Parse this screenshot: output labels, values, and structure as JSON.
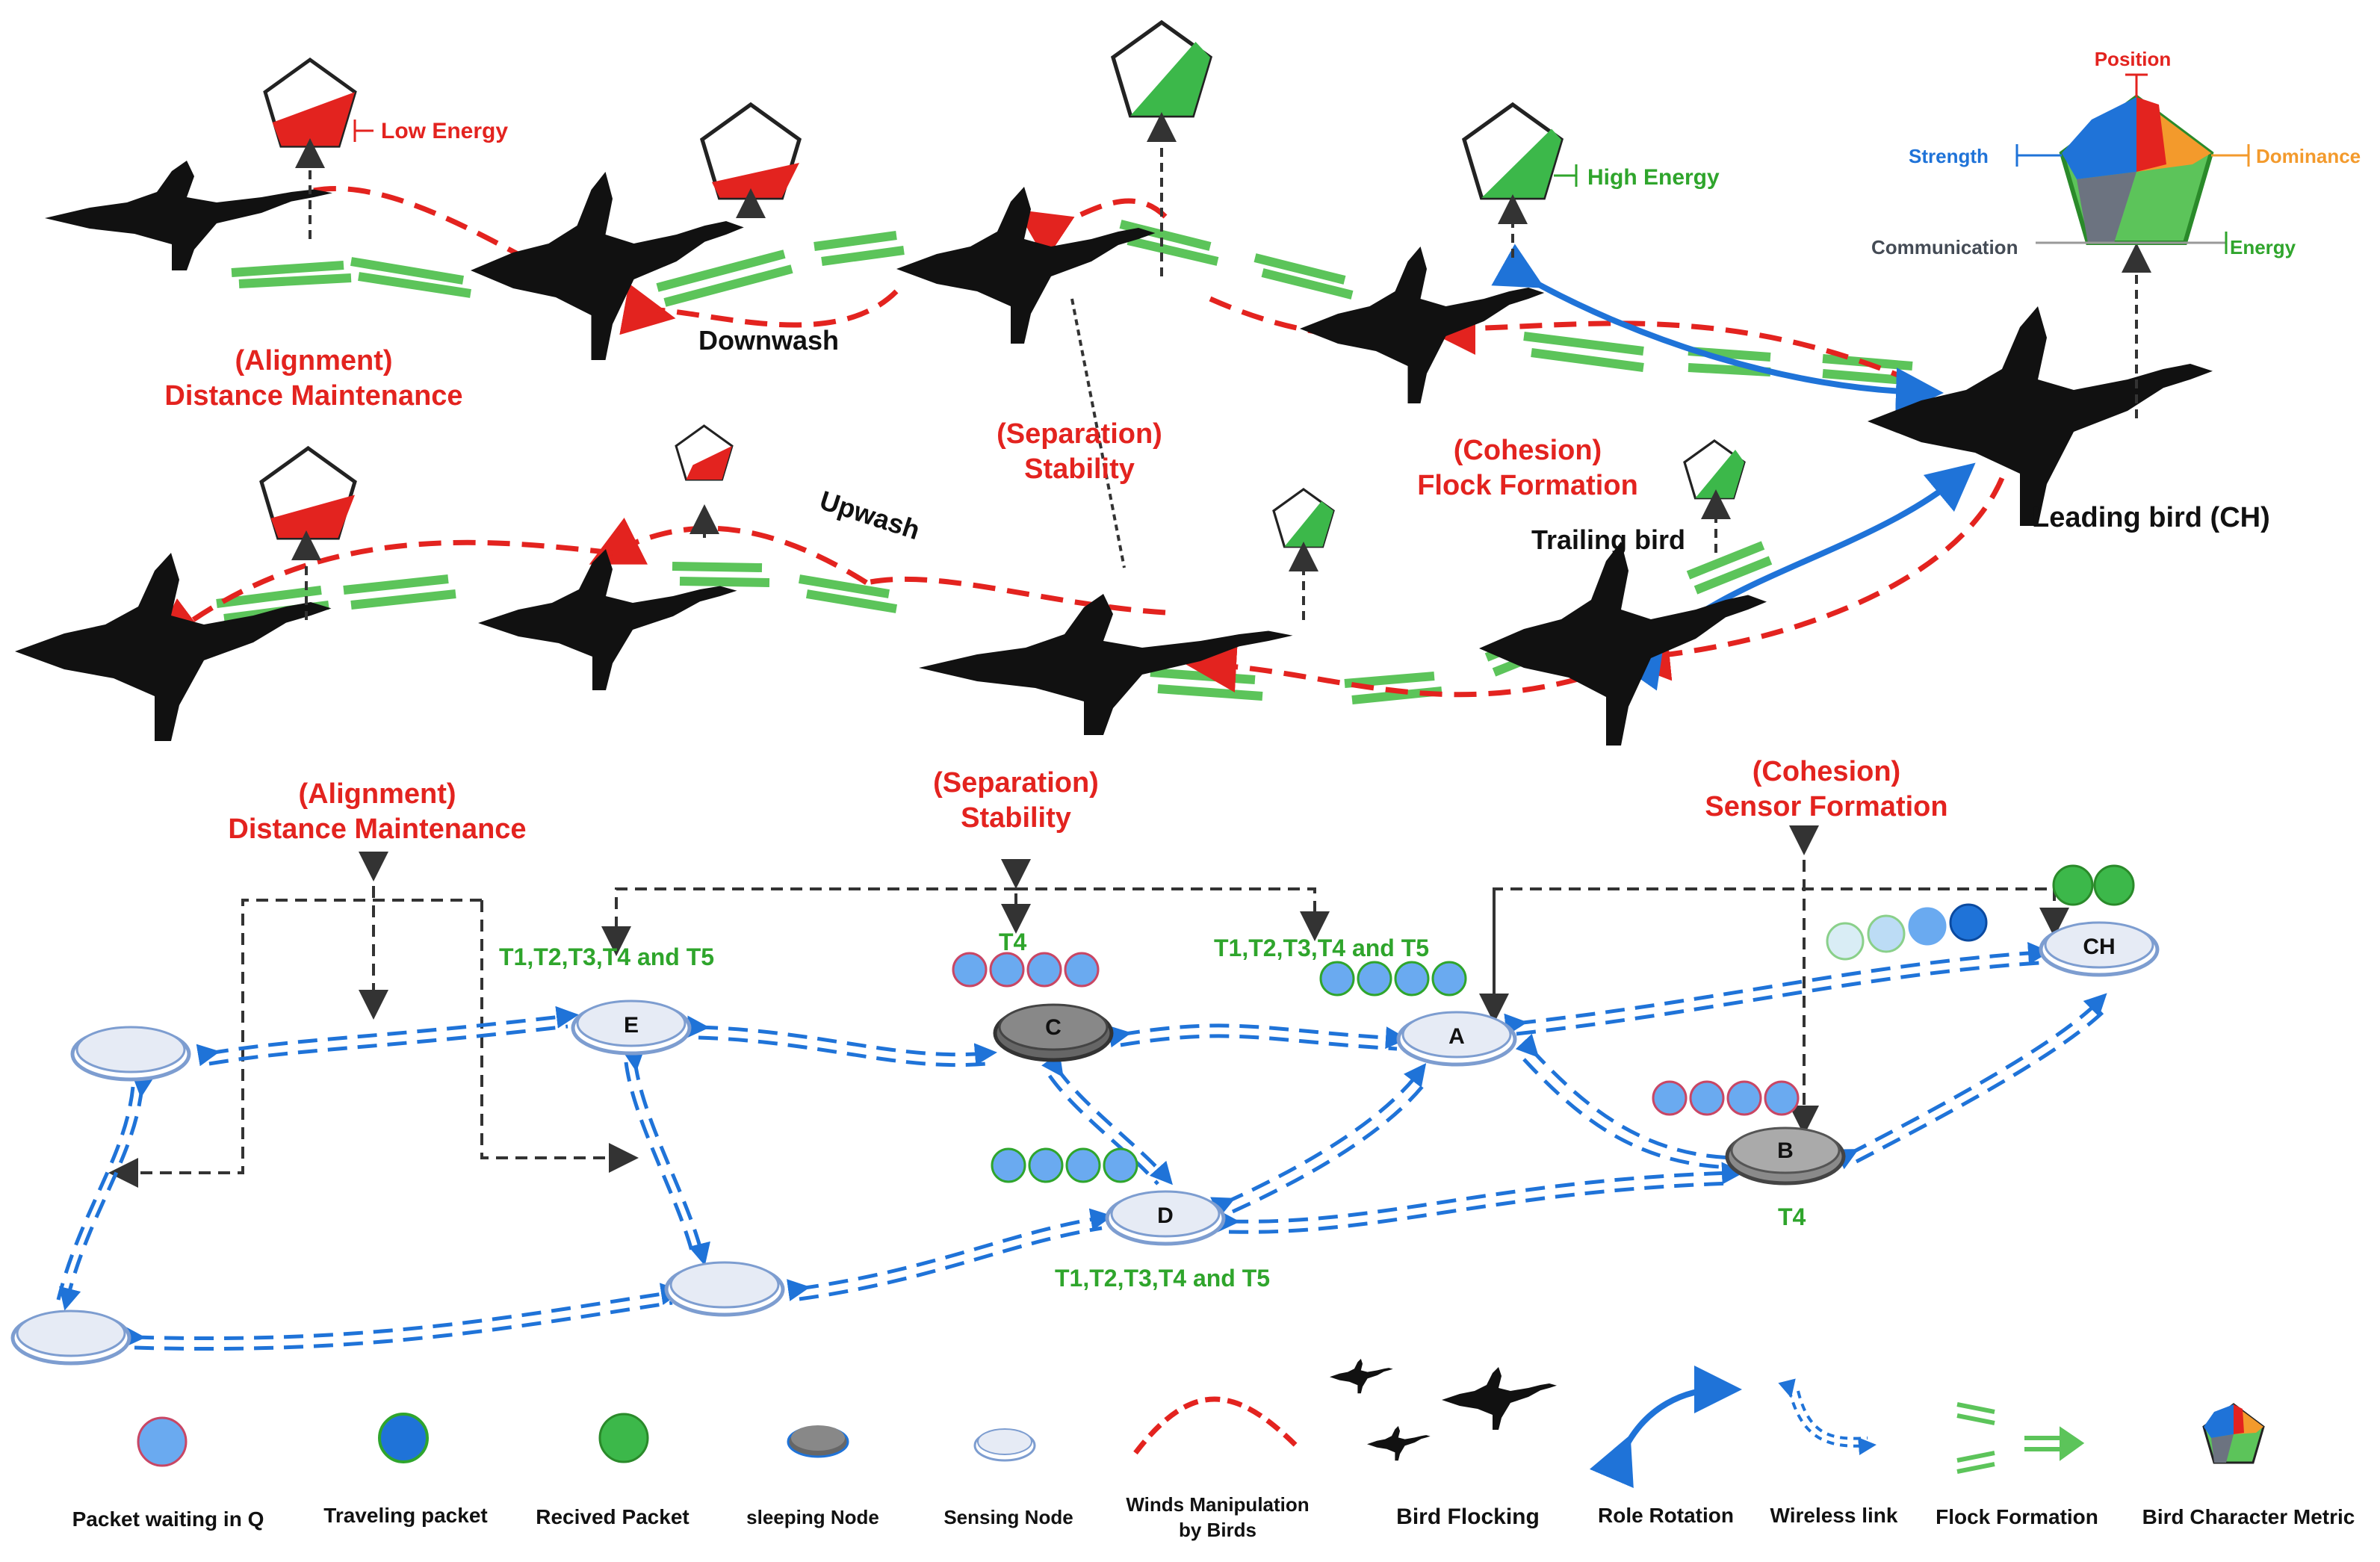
{
  "top_flock": {
    "low_energy": "Low Energy",
    "high_energy": "High Energy",
    "downwash": "Downwash",
    "upwash": "Upwash",
    "alignment_title": "(Alignment)",
    "alignment_sub": "Distance Maintenance",
    "separation_title": "(Separation)",
    "separation_sub": "Stability",
    "cohesion_title": "(Cohesion)",
    "cohesion_sub": "Flock Formation",
    "trailing_bird": "Trailing bird",
    "leading_bird": "Leading bird (CH)"
  },
  "metric": {
    "position": "Position",
    "strength": "Strength",
    "dominance": "Dominance",
    "communication": "Communication",
    "energy": "Energy"
  },
  "network": {
    "alignment_title": "(Alignment)",
    "alignment_sub": "Distance Maintenance",
    "separation_title": "(Separation)",
    "separation_sub": "Stability",
    "cohesion_title": "(Cohesion)",
    "cohesion_sub": "Sensor Formation",
    "task_e": "T1,T2,T3,T4 and T5",
    "task_c": "T4",
    "task_a": "T1,T2,T3,T4 and T5",
    "task_d": "T1,T2,T3,T4 and T5",
    "task_b": "T4",
    "node_e": "E",
    "node_c": "C",
    "node_a": "A",
    "node_d": "D",
    "node_b": "B",
    "node_ch": "CH"
  },
  "legend": {
    "packet_waiting": "Packet waiting in Q",
    "traveling_packet": "Traveling packet",
    "received_packet": "Recived Packet",
    "sleeping_node": "sleeping Node",
    "sensing_node": "Sensing Node",
    "winds_line1": "Winds Manipulation",
    "winds_line2": "by Birds",
    "bird_flocking": "Bird Flocking",
    "role_rotation": "Role Rotation",
    "wireless_link": "Wireless link",
    "flock_formation": "Flock Formation",
    "bird_metric": "Bird Character Metric"
  },
  "colors": {
    "wind_red": "#e3231f",
    "flock_green": "#5cc45a",
    "link_blue": "#1f73d8",
    "packet_blue": "#6aaaf0",
    "received_green": "#3cb84a",
    "label_green": "#2fa52c",
    "label_red": "#e3231f"
  }
}
